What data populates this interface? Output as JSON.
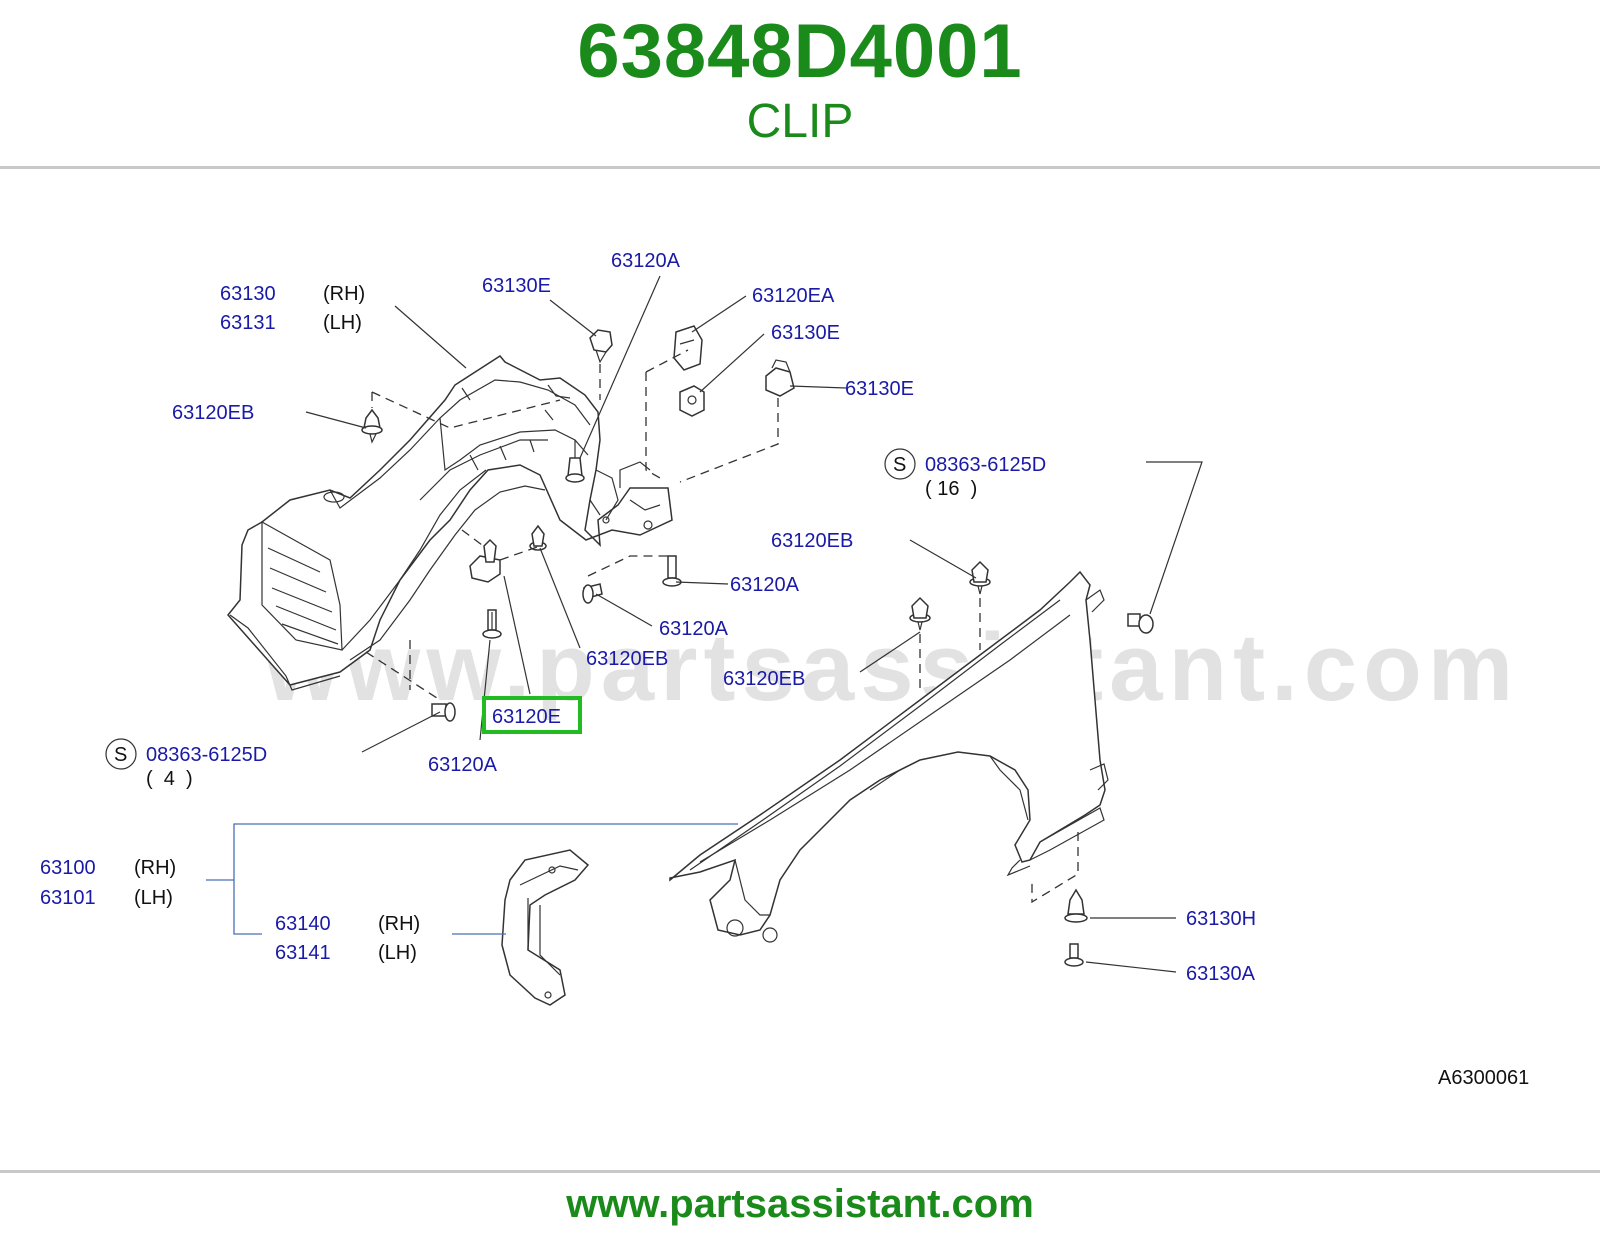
{
  "header": {
    "part_number": "63848D4001",
    "part_name": "CLIP"
  },
  "footer": {
    "website": "www.partsassistant.com"
  },
  "watermark": "www.partsassistant.com",
  "diagram_code": "A6300061",
  "callouts": {
    "p63130": "63130",
    "p63130_side": "(RH)",
    "p63131": "63131",
    "p63131_side": "(LH)",
    "p63120EB_1": "63120EB",
    "p63130E_1": "63130E",
    "p63120A_1": "63120A",
    "p63120EA": "63120EA",
    "p63130E_2": "63130E",
    "p63130E_3": "63130E",
    "s_bolt_16": "08363-6125D",
    "s_bolt_16_qty": "( 16  )",
    "p63120EB_2": "63120EB",
    "p63120A_2": "63120A",
    "p63120A_3": "63120A",
    "p63120EB_3": "63120EB",
    "p63120EB_4": "63120EB",
    "p63120E": "63120E",
    "s_bolt_4": "08363-6125D",
    "s_bolt_4_qty": "(  4  )",
    "p63120A_4": "63120A",
    "p63100": "63100",
    "p63100_side": "(RH)",
    "p63101": "63101",
    "p63101_side": "(LH)",
    "p63140": "63140",
    "p63140_side": "(RH)",
    "p63141": "63141",
    "p63141_side": "(LH)",
    "p63130H": "63130H",
    "p63130A": "63130A",
    "s_symbol": "S"
  },
  "colors": {
    "header_green": "#1a8a1a",
    "callout_blue": "#1a1aa8",
    "highlight_green": "#22bb22",
    "rule_gray": "#c8c8c8"
  }
}
